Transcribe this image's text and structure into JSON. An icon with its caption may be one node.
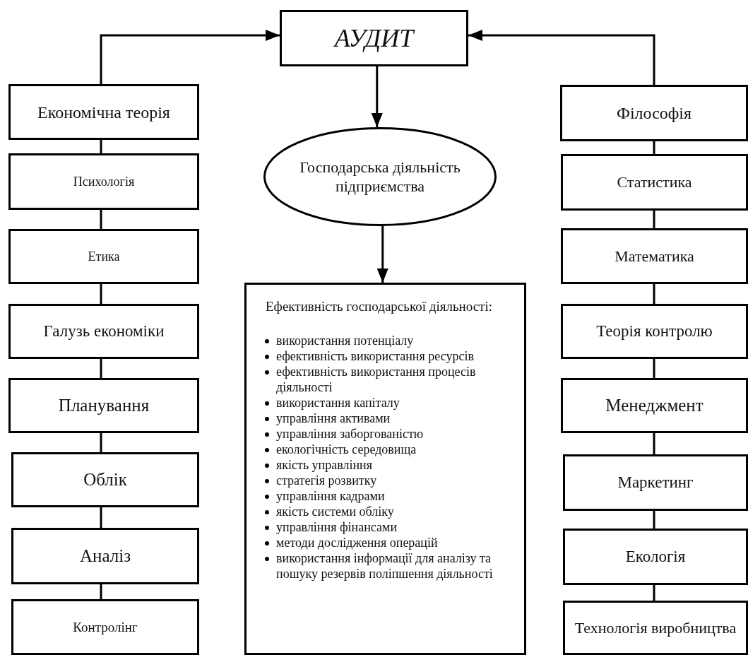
{
  "diagram": {
    "nodes": [
      {
        "text": [
          "АУДИТ"
        ]
      },
      {
        "text": [
          "Економічна теорія"
        ]
      },
      {
        "text": [
          "Психологія"
        ]
      },
      {
        "text": [
          "Етика"
        ]
      },
      {
        "text": [
          "Галузь економіки"
        ]
      },
      {
        "text": [
          "Планування"
        ]
      },
      {
        "text": [
          "Облік"
        ]
      },
      {
        "text": [
          "Аналіз"
        ]
      },
      {
        "text": [
          "Контролінг"
        ]
      },
      {
        "text": [
          "Господарська діяльність підприємства"
        ]
      },
      {
        "text": [
          "Ефективність господарської діяльності:",
          "використання  потенціалу",
          "ефективність використання ресурсів",
          "ефективність використання процесів діяльності",
          "використання капіталу",
          "управління активами",
          "управління заборгованістю",
          "екологічність середовища",
          "якість управління",
          "стратегія розвитку",
          "управління кадрами",
          "якість системи обліку",
          "управління фінансами",
          "методи дослідження операцій",
          "використання інформації для аналізу та пошуку резервів поліпшення діяльності"
        ]
      },
      {
        "text": [
          "Філософія"
        ]
      },
      {
        "text": [
          "Статистика"
        ]
      },
      {
        "text": [
          "Математика"
        ]
      },
      {
        "text": [
          "Теорія контролю"
        ]
      },
      {
        "text": [
          "Менеджмент"
        ]
      },
      {
        "text": [
          "Маркетинг"
        ]
      },
      {
        "text": [
          "Екологія"
        ]
      },
      {
        "text": [
          "Технологія виробництва"
        ]
      }
    ],
    "edges": [
      {
        "from": 1,
        "to": 0,
        "arrow": "to"
      },
      {
        "from": 11,
        "to": 0,
        "arrow": "to"
      },
      {
        "from": 0,
        "to": 9,
        "arrow": "to"
      },
      {
        "from": 9,
        "to": 10,
        "arrow": "to"
      },
      {
        "from": 1,
        "to": 2,
        "arrow": "none"
      },
      {
        "from": 2,
        "to": 3,
        "arrow": "none"
      },
      {
        "from": 3,
        "to": 4,
        "arrow": "none"
      },
      {
        "from": 4,
        "to": 5,
        "arrow": "none"
      },
      {
        "from": 5,
        "to": 6,
        "arrow": "none"
      },
      {
        "from": 6,
        "to": 7,
        "arrow": "none"
      },
      {
        "from": 7,
        "to": 8,
        "arrow": "none"
      },
      {
        "from": 11,
        "to": 12,
        "arrow": "none"
      },
      {
        "from": 12,
        "to": 13,
        "arrow": "none"
      },
      {
        "from": 13,
        "to": 14,
        "arrow": "none"
      },
      {
        "from": 14,
        "to": 15,
        "arrow": "none"
      },
      {
        "from": 15,
        "to": 16,
        "arrow": "none"
      },
      {
        "from": 16,
        "to": 17,
        "arrow": "none"
      },
      {
        "from": 17,
        "to": 18,
        "arrow": "none"
      }
    ]
  }
}
